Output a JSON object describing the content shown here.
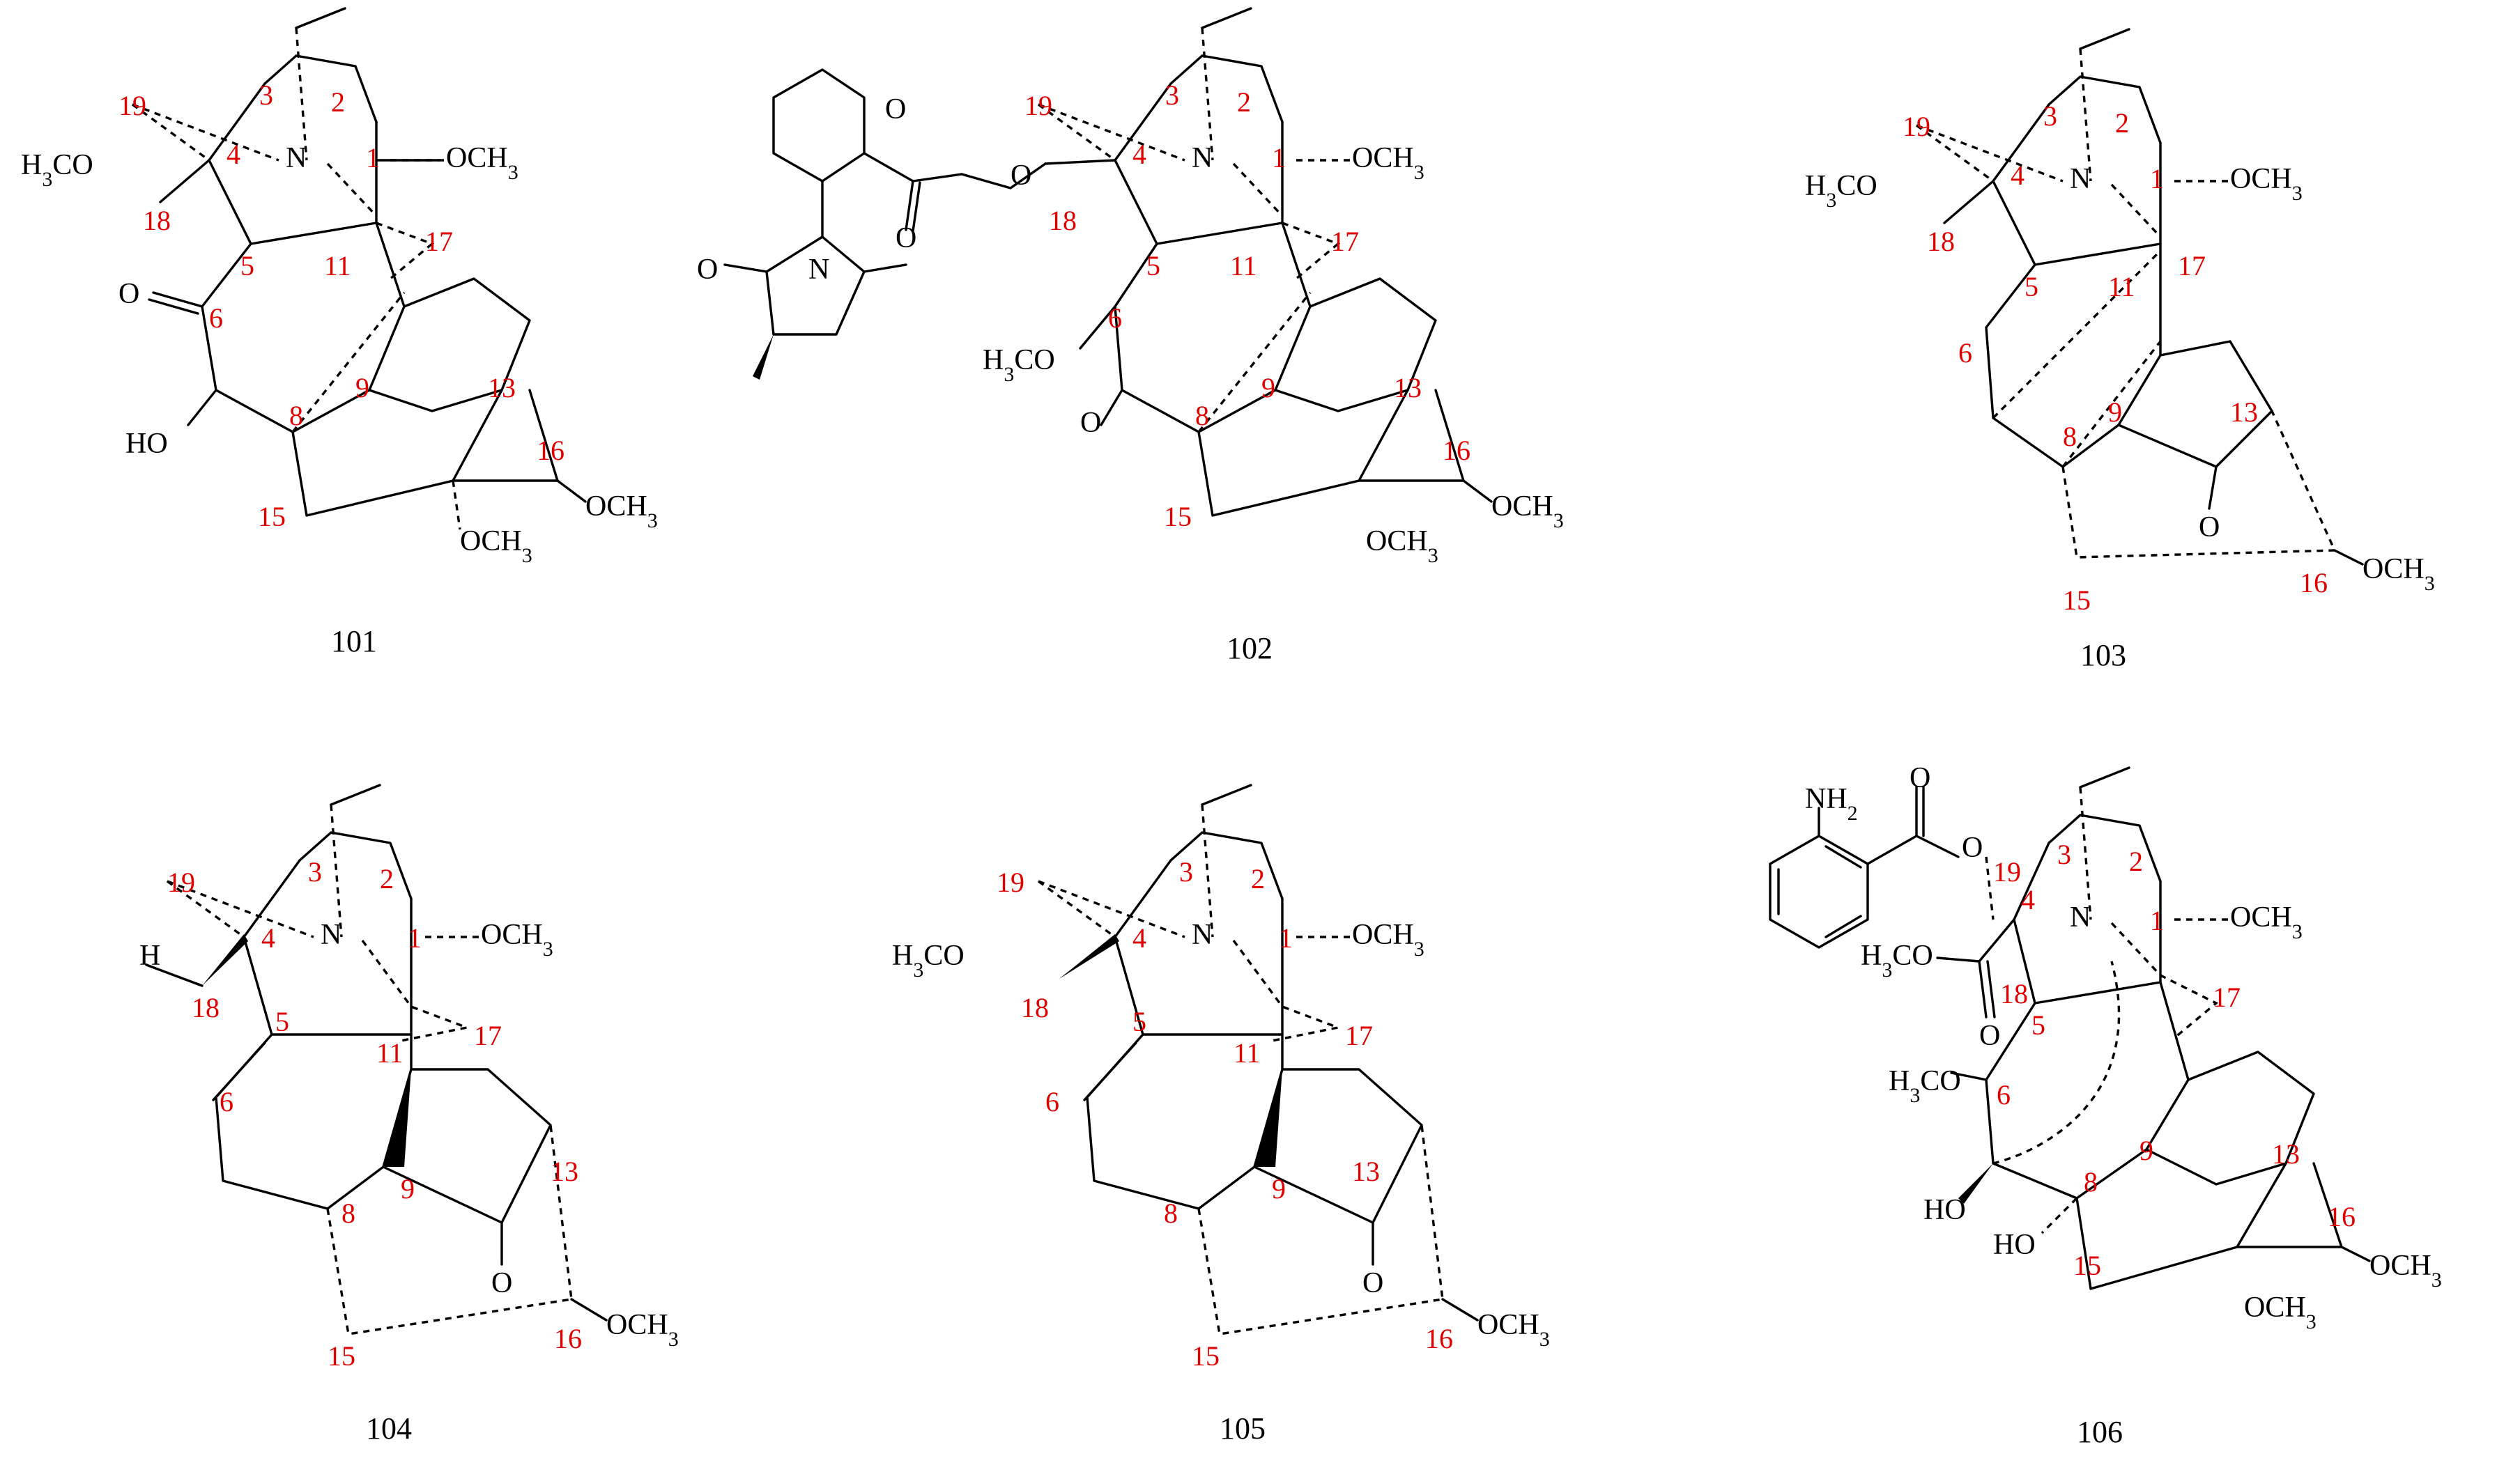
{
  "compounds": [
    {
      "id": "101",
      "label": "101",
      "groups": [
        "H3CO",
        "N",
        "OCH3",
        "O",
        "HO",
        "OCH3",
        "OCH3"
      ],
      "numbers": [
        "19",
        "3",
        "2",
        "4",
        "1",
        "18",
        "5",
        "11",
        "17",
        "6",
        "8",
        "9",
        "13",
        "16",
        "15"
      ]
    },
    {
      "id": "102",
      "label": "102",
      "groups": [
        "O",
        "O",
        "N",
        "O",
        "O",
        "N",
        "OCH3",
        "H3CO",
        "O",
        "OCH3",
        "OCH3"
      ],
      "numbers": [
        "19",
        "3",
        "2",
        "4",
        "1",
        "18",
        "5",
        "11",
        "17",
        "6",
        "8",
        "9",
        "13",
        "16",
        "15"
      ]
    },
    {
      "id": "103",
      "label": "103",
      "groups": [
        "H3CO",
        "N",
        "OCH3",
        "O",
        "OCH3"
      ],
      "numbers": [
        "19",
        "3",
        "2",
        "4",
        "1",
        "18",
        "5",
        "11",
        "17",
        "6",
        "8",
        "9",
        "13",
        "16",
        "15"
      ]
    },
    {
      "id": "104",
      "label": "104",
      "groups": [
        "H",
        "N",
        "OCH3",
        "O",
        "OCH3"
      ],
      "numbers": [
        "19",
        "3",
        "2",
        "4",
        "1",
        "18",
        "5",
        "11",
        "17",
        "6",
        "8",
        "9",
        "13",
        "16",
        "15"
      ]
    },
    {
      "id": "105",
      "label": "105",
      "groups": [
        "H3CO",
        "N",
        "OCH3",
        "O",
        "OCH3"
      ],
      "numbers": [
        "19",
        "3",
        "2",
        "4",
        "1",
        "18",
        "5",
        "11",
        "17",
        "6",
        "8",
        "9",
        "13",
        "16",
        "15"
      ]
    },
    {
      "id": "106",
      "label": "106",
      "groups": [
        "NH2",
        "O",
        "O",
        "H3CO",
        "O",
        "N",
        "OCH3",
        "H3CO",
        "HO",
        "HO",
        "OCH3",
        "OCH3"
      ],
      "numbers": [
        "19",
        "3",
        "2",
        "4",
        "1",
        "18",
        "5",
        "17",
        "6",
        "8",
        "9",
        "13",
        "16",
        "15"
      ]
    }
  ],
  "colors": {
    "bond": "#000000",
    "atom_number": "#e00000"
  }
}
